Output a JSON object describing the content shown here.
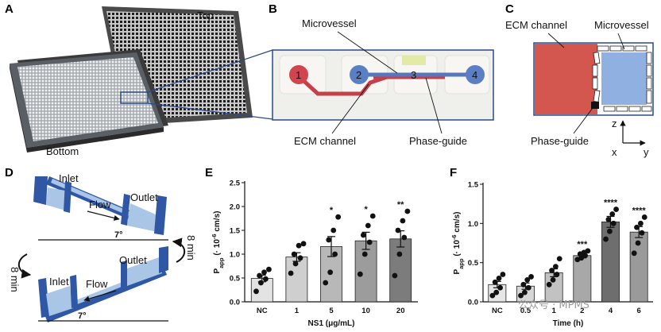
{
  "panels": {
    "A": {
      "letter": "A",
      "top_label": "Top",
      "bottom_label": "Bottom"
    },
    "B": {
      "letter": "B",
      "microvessel_label": "Microvessel",
      "ecm_label": "ECM channel",
      "phaseguide_label": "Phase-guide",
      "wells": [
        "1",
        "2",
        "3",
        "4"
      ]
    },
    "C": {
      "letter": "C",
      "ecm_label": "ECM channel",
      "microvessel_label": "Microvessel",
      "phaseguide_label": "Phase-guide",
      "axis_z": "z",
      "axis_x": "x",
      "axis_y": "y"
    },
    "D": {
      "letter": "D",
      "inlet": "Inlet",
      "outlet": "Outlet",
      "flow": "Flow",
      "angle": "7°",
      "time": "8 min"
    }
  },
  "colors": {
    "ecm": "#d4574f",
    "vessel": "#8fb0e0",
    "plate_blue": "#3a5fa8",
    "bar_dark": "#505050"
  },
  "watermark": "公众号 · MPMS",
  "chart_data": [
    {
      "type": "bar",
      "panel": "E",
      "letter": "E",
      "xlabel": "NS1 (μg/mL)",
      "ylabel_main": "P",
      "ylabel_sub": "app",
      "ylabel_rest": " (· 10",
      "ylabel_sup": "-6",
      "ylabel_end": " cm/s)",
      "ylim": [
        0,
        2.5
      ],
      "yticks": [
        "0.0",
        "0.5",
        "1.0",
        "1.5",
        "2.0",
        "2.5"
      ],
      "categories": [
        "NC",
        "1",
        "5",
        "10",
        "20"
      ],
      "values": [
        0.49,
        0.94,
        1.16,
        1.28,
        1.32
      ],
      "errors": [
        0.07,
        0.09,
        0.21,
        0.18,
        0.17
      ],
      "significance": [
        "",
        "",
        "*",
        "*",
        "**"
      ],
      "bar_colors": [
        "#e3e3e3",
        "#cfcfcf",
        "#b8b8b8",
        "#9c9c9c",
        "#7c7c7c"
      ],
      "points": [
        [
          0.22,
          0.4,
          0.48,
          0.55,
          0.62,
          0.68
        ],
        [
          0.6,
          0.8,
          0.92,
          1.0,
          1.18,
          1.22
        ],
        [
          0.4,
          0.62,
          1.0,
          1.3,
          1.5,
          1.78
        ],
        [
          0.58,
          1.0,
          1.25,
          1.4,
          1.6,
          1.8
        ],
        [
          0.55,
          1.0,
          1.35,
          1.5,
          1.7,
          1.9
        ]
      ]
    },
    {
      "type": "bar",
      "panel": "F",
      "letter": "F",
      "xlabel": "Time (h)",
      "ylabel_main": "P",
      "ylabel_sub": "app",
      "ylabel_rest": " (· 10",
      "ylabel_sup": "-6",
      "ylabel_end": " cm/s)",
      "ylim": [
        0,
        1.5
      ],
      "yticks": [
        "0.0",
        "0.5",
        "1.0",
        "1.5"
      ],
      "categories": [
        "NC",
        "0.5",
        "1",
        "2",
        "4",
        "6"
      ],
      "values": [
        0.22,
        0.2,
        0.37,
        0.59,
        1.02,
        0.89
      ],
      "errors": [
        0.04,
        0.04,
        0.05,
        0.03,
        0.07,
        0.07
      ],
      "significance": [
        "",
        "",
        "",
        "***",
        "****",
        "****"
      ],
      "bar_colors": [
        "#e6e6e6",
        "#d6d6d6",
        "#c2c2c2",
        "#a8a8a8",
        "#6e6e6e",
        "#9a9a9a"
      ],
      "points": [
        [
          0.08,
          0.12,
          0.18,
          0.25,
          0.3,
          0.35
        ],
        [
          0.08,
          0.12,
          0.18,
          0.22,
          0.28,
          0.32
        ],
        [
          0.22,
          0.28,
          0.35,
          0.4,
          0.45,
          0.55
        ],
        [
          0.54,
          0.56,
          0.59,
          0.61,
          0.63,
          0.65
        ],
        [
          0.8,
          0.9,
          1.0,
          1.05,
          1.12,
          1.18
        ],
        [
          0.62,
          0.75,
          0.88,
          0.95,
          1.0,
          1.08
        ]
      ]
    }
  ]
}
